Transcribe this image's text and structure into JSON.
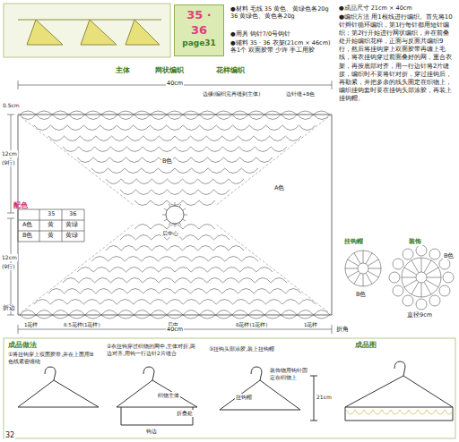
{
  "diagram": {
    "nodes": [
      {
        "text": [
          "35 · 36",
          "page31"
        ]
      },
      {
        "text": [
          "配色"
        ]
      }
    ],
    "labels": [
      "●材料 毛线 35 黄色、黄绿色各20g 36 黄绿色、黄色各20g",
      "●用具 钩针7/0号钩针",
      "●辅料 35 · 36 衣架(21cm × 46cm)各1个 双面胶带 少许 手工用胶",
      "●成品尺寸 21cm × 40cm",
      "●编织方法 用1根线进行编织。首先将10针辫针循环编织，第1行每针都用短针编织；第2行开始进行网状编织，并在前叠处开始编织花样，正面与反面共编织9行，然后将挂钩穿上双面胶带再缠上毛线，将衣挂钩穿过前面叠好的网，重合衣架，再按底部对齐，用一行边针将2片缝接，编织时不要将针对折，穿过挂钩后，再勒紧，并把多余的线头固定在织物上，编织挂钩套时要在挂钩头部涂胶，再装上挂钩帽。",
      "主体",
      "网状编织",
      "花样编织",
      "40cm",
      "0.5cm",
      "边缘(编织完再缝到主体)",
      "边针缝+B色",
      "B色",
      "A色",
      "12cm",
      "(9行)",
      "12cm",
      "(9行)",
      "35",
      "36",
      "A色",
      "黄",
      "黄绿",
      "B色",
      "黄绿",
      "黄",
      "折边",
      "后中心",
      "1花样",
      "8.5花样(1花样)",
      "后中",
      "8花样(1花样)",
      "1花样",
      "40cm",
      "折角",
      "挂钩帽",
      "装饰",
      "B色",
      "B色",
      "直径9cm",
      "成品做法",
      "①将挂钩穿上双面胶带,并在上面用B色线紧密缠绕",
      "②衣挂钩穿过织物的网中,主体对折,两边对齐,用钩一行边针2片缝合",
      "织物主体",
      "折叠处",
      "钩边",
      "③挂钩头部涂胶,装上挂钩帽",
      "装饰物用钩针固定在织物上",
      "挂钩帽",
      "成品图",
      "21cm",
      "32"
    ]
  }
}
